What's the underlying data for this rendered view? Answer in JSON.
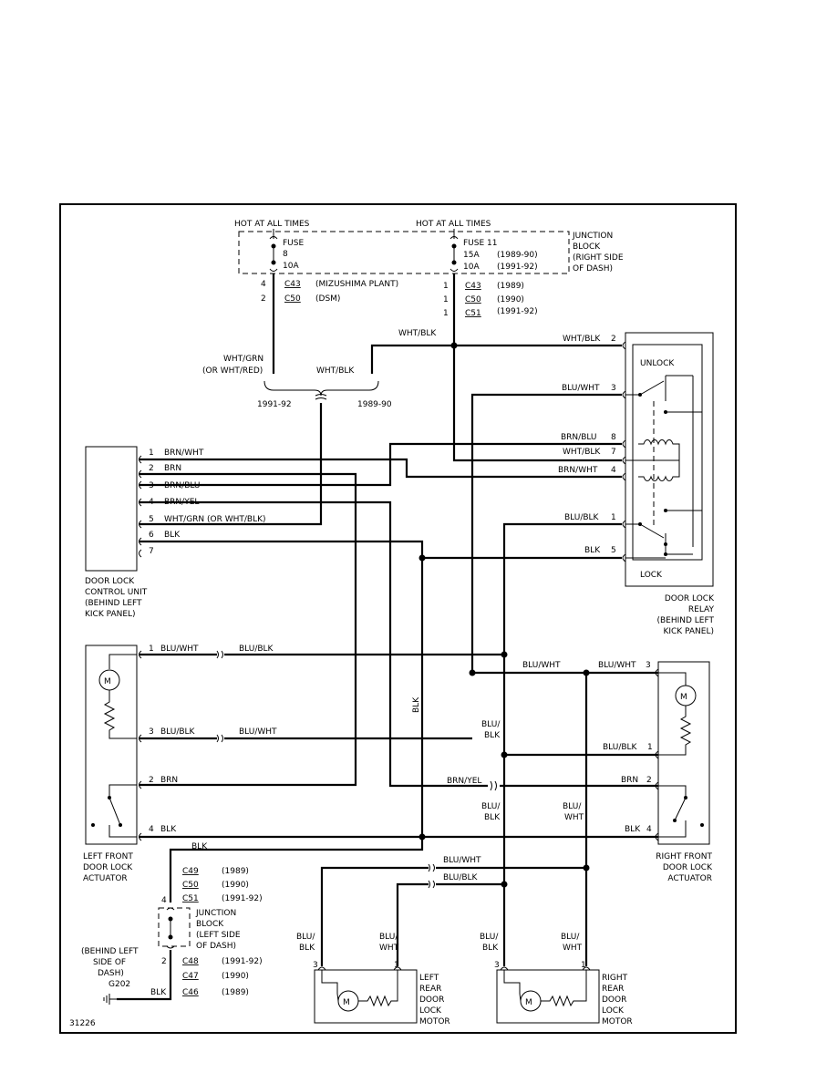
{
  "figure_id": "31226",
  "fuses": {
    "left": {
      "hot": "HOT AT ALL TIMES",
      "name": "FUSE",
      "num": "8",
      "amp": "10A"
    },
    "right": {
      "hot": "HOT AT ALL TIMES",
      "name": "FUSE 11",
      "amp1": "15A",
      "year1": "(1989-90)",
      "amp2": "10A",
      "year2": "(1991-92)"
    }
  },
  "junction_block_top": {
    "line1": "JUNCTION",
    "line2": "BLOCK",
    "line3": "(RIGHT SIDE",
    "line4": "OF DASH)"
  },
  "top_connectors_left": [
    {
      "pin": "4",
      "conn": "C43",
      "note": "(MIZUSHIMA PLANT)"
    },
    {
      "pin": "2",
      "conn": "C50",
      "note": "(DSM)"
    }
  ],
  "top_connectors_right": [
    {
      "pin": "1",
      "conn": "C43",
      "note": "(1989)"
    },
    {
      "pin": "1",
      "conn": "C50",
      "note": "(1990)"
    },
    {
      "pin": "1",
      "conn": "C51",
      "note": "(1991-92)"
    }
  ],
  "wire_labels": {
    "wht_grn": "WHT/GRN",
    "or_wht_red": "(OR WHT/RED)",
    "wht_blk_mid": "WHT/BLK",
    "wht_blk_top": "WHT/BLK",
    "yr_9192": "1991-92",
    "yr_8990": "1989-90",
    "blk_vertical": "BLK",
    "blu_wht_mid": "BLU/WHT",
    "blu_blk_a": "BLU/",
    "blu_blk_b": "BLK",
    "blu_blk2_a": "BLU/",
    "blu_blk2_b": "BLK",
    "blu_wht2_a": "BLU/",
    "blu_wht2_b": "WHT",
    "brn_yel_mid": "BRN/YEL",
    "blk_bottom": "BLK",
    "blu_wht_rear": "BLU/WHT",
    "blu_blk_rear": "BLU/BLK",
    "blk_ground": "BLK"
  },
  "control_unit": {
    "pins": [
      {
        "num": "1",
        "wire": "BRN/WHT"
      },
      {
        "num": "2",
        "wire": "BRN"
      },
      {
        "num": "3",
        "wire": "BRN/BLU"
      },
      {
        "num": "4",
        "wire": "BRN/YEL"
      },
      {
        "num": "5",
        "wire": "WHT/GRN (OR WHT/BLK)"
      },
      {
        "num": "6",
        "wire": "BLK"
      },
      {
        "num": "7",
        "wire": ""
      }
    ],
    "label": [
      "DOOR LOCK",
      "CONTROL UNIT",
      "(BEHIND LEFT",
      "KICK PANEL)"
    ]
  },
  "relay": {
    "unlock": "UNLOCK",
    "lock": "LOCK",
    "pins": [
      {
        "wire": "WHT/BLK",
        "num": "2"
      },
      {
        "wire": "BLU/WHT",
        "num": "3"
      },
      {
        "wire": "BRN/BLU",
        "num": "8"
      },
      {
        "wire": "WHT/BLK",
        "num": "7"
      },
      {
        "wire": "BRN/WHT",
        "num": "4"
      },
      {
        "wire": "BLU/BLK",
        "num": "1"
      },
      {
        "wire": "BLK",
        "num": "5"
      }
    ],
    "label": [
      "DOOR LOCK",
      "RELAY",
      "(BEHIND LEFT",
      "KICK PANEL)"
    ]
  },
  "left_front_actuator": {
    "pins": [
      {
        "num": "1",
        "wire": "BLU/WHT",
        "wire2": "BLU/BLK"
      },
      {
        "num": "3",
        "wire": "BLU/BLK",
        "wire2": "BLU/WHT"
      },
      {
        "num": "2",
        "wire": "BRN"
      },
      {
        "num": "4",
        "wire": "BLK"
      }
    ],
    "label": [
      "LEFT FRONT",
      "DOOR LOCK",
      "ACTUATOR"
    ]
  },
  "right_front_actuator": {
    "pins": [
      {
        "wire": "BLU/WHT",
        "num": "3"
      },
      {
        "wire": "BLU/BLK",
        "num": "1"
      },
      {
        "wire": "BRN",
        "num": "2"
      },
      {
        "wire": "BLK",
        "num": "4"
      }
    ],
    "label": [
      "RIGHT FRONT",
      "DOOR LOCK",
      "ACTUATOR"
    ]
  },
  "bottom_connectors": [
    {
      "pin": "",
      "conn": "C49",
      "note": "(1989)"
    },
    {
      "pin": "",
      "conn": "C50",
      "note": "(1990)"
    },
    {
      "pin": "4",
      "conn": "C51",
      "note": "(1991-92)"
    }
  ],
  "junction_block_bottom": {
    "line1": "JUNCTION",
    "line2": "BLOCK",
    "line3": "(LEFT SIDE",
    "line4": "OF DASH)"
  },
  "bottom_connectors2": [
    {
      "pin": "2",
      "conn": "C48",
      "note": "(1991-92)"
    },
    {
      "pin": "",
      "conn": "C47",
      "note": "(1990)"
    },
    {
      "pin": "",
      "conn": "C46",
      "note": "(1989)"
    }
  ],
  "ground": {
    "line1": "(BEHIND LEFT",
    "line2": "SIDE OF",
    "line3": "DASH)",
    "name": "G202"
  },
  "left_rear_motor": {
    "pin_left": "3",
    "pin_right": "1",
    "label": [
      "LEFT",
      "REAR",
      "DOOR",
      "LOCK",
      "MOTOR"
    ]
  },
  "right_rear_motor": {
    "pin_left": "3",
    "pin_right": "1",
    "label": [
      "RIGHT",
      "REAR",
      "DOOR",
      "LOCK",
      "MOTOR"
    ]
  },
  "rear_wire_labels": {
    "ll_a": "BLU/",
    "ll_b": "BLK",
    "lr_a": "BLU/",
    "lr_b": "WHT",
    "rl_a": "BLU/",
    "rl_b": "BLK",
    "rr_a": "BLU/",
    "rr_b": "WHT"
  }
}
